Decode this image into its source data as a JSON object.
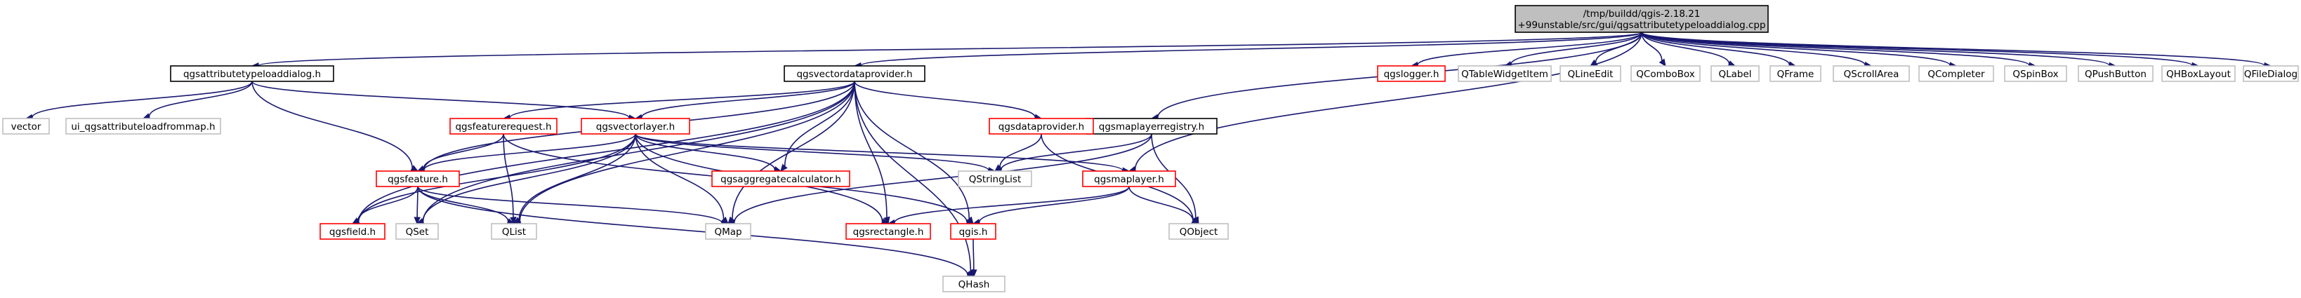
{
  "diagram": {
    "nodes": [
      {
        "id": "root",
        "lines": [
          "/tmp/buildd/qgis-2.18.21",
          "+99unstable/src/gui/qgsattributetypeloaddialog.cpp"
        ],
        "style": "root"
      },
      {
        "id": "attrdialog_h",
        "lines": [
          "qgsattributetypeloaddialog.h"
        ],
        "style": "black"
      },
      {
        "id": "vdp_h",
        "lines": [
          "qgsvectordataprovider.h"
        ],
        "style": "black"
      },
      {
        "id": "mlreg_h",
        "lines": [
          "qgsmaplayerregistry.h"
        ],
        "style": "black"
      },
      {
        "id": "logger_h",
        "lines": [
          "qgslogger.h"
        ],
        "style": "red"
      },
      {
        "id": "qtablewidgetitem",
        "lines": [
          "QTableWidgetItem"
        ],
        "style": "gray"
      },
      {
        "id": "qlineedit",
        "lines": [
          "QLineEdit"
        ],
        "style": "gray"
      },
      {
        "id": "qcombobox",
        "lines": [
          "QComboBox"
        ],
        "style": "gray"
      },
      {
        "id": "qlabel",
        "lines": [
          "QLabel"
        ],
        "style": "gray"
      },
      {
        "id": "qframe",
        "lines": [
          "QFrame"
        ],
        "style": "gray"
      },
      {
        "id": "qscrollarea",
        "lines": [
          "QScrollArea"
        ],
        "style": "gray"
      },
      {
        "id": "qcompleter",
        "lines": [
          "QCompleter"
        ],
        "style": "gray"
      },
      {
        "id": "qspinbox",
        "lines": [
          "QSpinBox"
        ],
        "style": "gray"
      },
      {
        "id": "qpushbutton",
        "lines": [
          "QPushButton"
        ],
        "style": "gray"
      },
      {
        "id": "qhboxlayout",
        "lines": [
          "QHBoxLayout"
        ],
        "style": "gray"
      },
      {
        "id": "qfiledialog",
        "lines": [
          "QFileDialog"
        ],
        "style": "gray"
      },
      {
        "id": "vector",
        "lines": [
          "vector"
        ],
        "style": "gray"
      },
      {
        "id": "ui_h",
        "lines": [
          "ui_qgsattributeloadfrommap.h"
        ],
        "style": "gray"
      },
      {
        "id": "vlayer_h",
        "lines": [
          "qgsvectorlayer.h"
        ],
        "style": "red"
      },
      {
        "id": "freq_h",
        "lines": [
          "qgsfeaturerequest.h"
        ],
        "style": "red"
      },
      {
        "id": "dp_h",
        "lines": [
          "qgsdataprovider.h"
        ],
        "style": "red"
      },
      {
        "id": "feature_h",
        "lines": [
          "qgsfeature.h"
        ],
        "style": "red"
      },
      {
        "id": "aggcalc_h",
        "lines": [
          "qgsaggregatecalculator.h"
        ],
        "style": "red"
      },
      {
        "id": "qstringlist",
        "lines": [
          "QStringList"
        ],
        "style": "gray"
      },
      {
        "id": "maplayer_h",
        "lines": [
          "qgsmaplayer.h"
        ],
        "style": "red"
      },
      {
        "id": "field_h",
        "lines": [
          "qgsfield.h"
        ],
        "style": "red"
      },
      {
        "id": "qset",
        "lines": [
          "QSet"
        ],
        "style": "gray"
      },
      {
        "id": "qlist",
        "lines": [
          "QList"
        ],
        "style": "gray"
      },
      {
        "id": "qmap",
        "lines": [
          "QMap"
        ],
        "style": "gray"
      },
      {
        "id": "rect_h",
        "lines": [
          "qgsrectangle.h"
        ],
        "style": "red"
      },
      {
        "id": "qgis_h",
        "lines": [
          "qgis.h"
        ],
        "style": "red"
      },
      {
        "id": "qobject",
        "lines": [
          "QObject"
        ],
        "style": "gray"
      },
      {
        "id": "qhash",
        "lines": [
          "QHash"
        ],
        "style": "gray"
      }
    ],
    "edges": [
      [
        "root",
        "attrdialog_h"
      ],
      [
        "root",
        "vdp_h"
      ],
      [
        "root",
        "mlreg_h"
      ],
      [
        "root",
        "maplayer_h"
      ],
      [
        "root",
        "logger_h"
      ],
      [
        "root",
        "qtablewidgetitem"
      ],
      [
        "root",
        "qlineedit"
      ],
      [
        "root",
        "qcombobox"
      ],
      [
        "root",
        "qlabel"
      ],
      [
        "root",
        "qframe"
      ],
      [
        "root",
        "qscrollarea"
      ],
      [
        "root",
        "qcompleter"
      ],
      [
        "root",
        "qspinbox"
      ],
      [
        "root",
        "qpushbutton"
      ],
      [
        "root",
        "qhboxlayout"
      ],
      [
        "root",
        "qfiledialog"
      ],
      [
        "attrdialog_h",
        "vector"
      ],
      [
        "attrdialog_h",
        "ui_h"
      ],
      [
        "attrdialog_h",
        "vlayer_h"
      ],
      [
        "attrdialog_h",
        "feature_h"
      ],
      [
        "vdp_h",
        "freq_h"
      ],
      [
        "vdp_h",
        "vlayer_h"
      ],
      [
        "vdp_h",
        "dp_h"
      ],
      [
        "vdp_h",
        "feature_h"
      ],
      [
        "vdp_h",
        "aggcalc_h"
      ],
      [
        "vdp_h",
        "field_h"
      ],
      [
        "vdp_h",
        "qset"
      ],
      [
        "vdp_h",
        "qlist"
      ],
      [
        "vdp_h",
        "qmap"
      ],
      [
        "vdp_h",
        "rect_h"
      ],
      [
        "vdp_h",
        "qgis_h"
      ],
      [
        "vdp_h",
        "qhash"
      ],
      [
        "mlreg_h",
        "qstringlist"
      ],
      [
        "mlreg_h",
        "qmap"
      ],
      [
        "mlreg_h",
        "qobject"
      ],
      [
        "vlayer_h",
        "feature_h"
      ],
      [
        "vlayer_h",
        "aggcalc_h"
      ],
      [
        "vlayer_h",
        "qstringlist"
      ],
      [
        "vlayer_h",
        "maplayer_h"
      ],
      [
        "vlayer_h",
        "field_h"
      ],
      [
        "vlayer_h",
        "qset"
      ],
      [
        "vlayer_h",
        "qlist"
      ],
      [
        "vlayer_h",
        "qmap"
      ],
      [
        "vlayer_h",
        "rect_h"
      ],
      [
        "freq_h",
        "feature_h"
      ],
      [
        "freq_h",
        "qlist"
      ],
      [
        "freq_h",
        "qgis_h"
      ],
      [
        "dp_h",
        "qstringlist"
      ],
      [
        "dp_h",
        "qobject"
      ],
      [
        "feature_h",
        "field_h"
      ],
      [
        "feature_h",
        "qset"
      ],
      [
        "feature_h",
        "qlist"
      ],
      [
        "feature_h",
        "qmap"
      ],
      [
        "feature_h",
        "qhash"
      ],
      [
        "maplayer_h",
        "rect_h"
      ],
      [
        "maplayer_h",
        "qgis_h"
      ],
      [
        "maplayer_h",
        "qobject"
      ],
      [
        "qgis_h",
        "qhash"
      ]
    ],
    "colors": {
      "edge": "#191970",
      "root_fill": "#bfbfbf",
      "root_stroke": "#000000",
      "black_stroke": "#000000",
      "red_stroke": "#ff0000",
      "gray_stroke": "#bfbfbf",
      "node_fill": "#ffffff",
      "text": "#000000"
    }
  }
}
